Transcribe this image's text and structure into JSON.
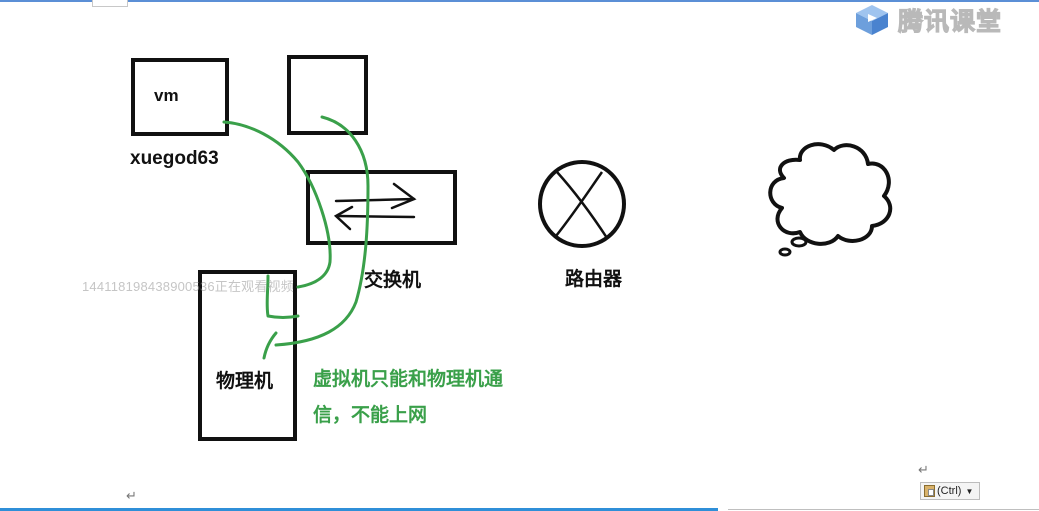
{
  "labels": {
    "vm": "vm",
    "host_name": "xuegod63",
    "switch": "交换机",
    "router": "路由器",
    "physical": "物理机"
  },
  "note": {
    "line1": "虚拟机只能和物理机通",
    "line2": "信，不能上网"
  },
  "watermark": "144118198438900536正在观看视频",
  "logo": {
    "text": "腾讯课堂",
    "icon": "tencent-classroom-logo-icon"
  },
  "paste_options": {
    "label": "(Ctrl)",
    "icon": "clipboard-icon",
    "dropdown_icon": "chevron-down-icon"
  },
  "colors": {
    "ink": "#111111",
    "annotation_green": "#3aa04a",
    "accent_blue": "#2f8fd8"
  }
}
